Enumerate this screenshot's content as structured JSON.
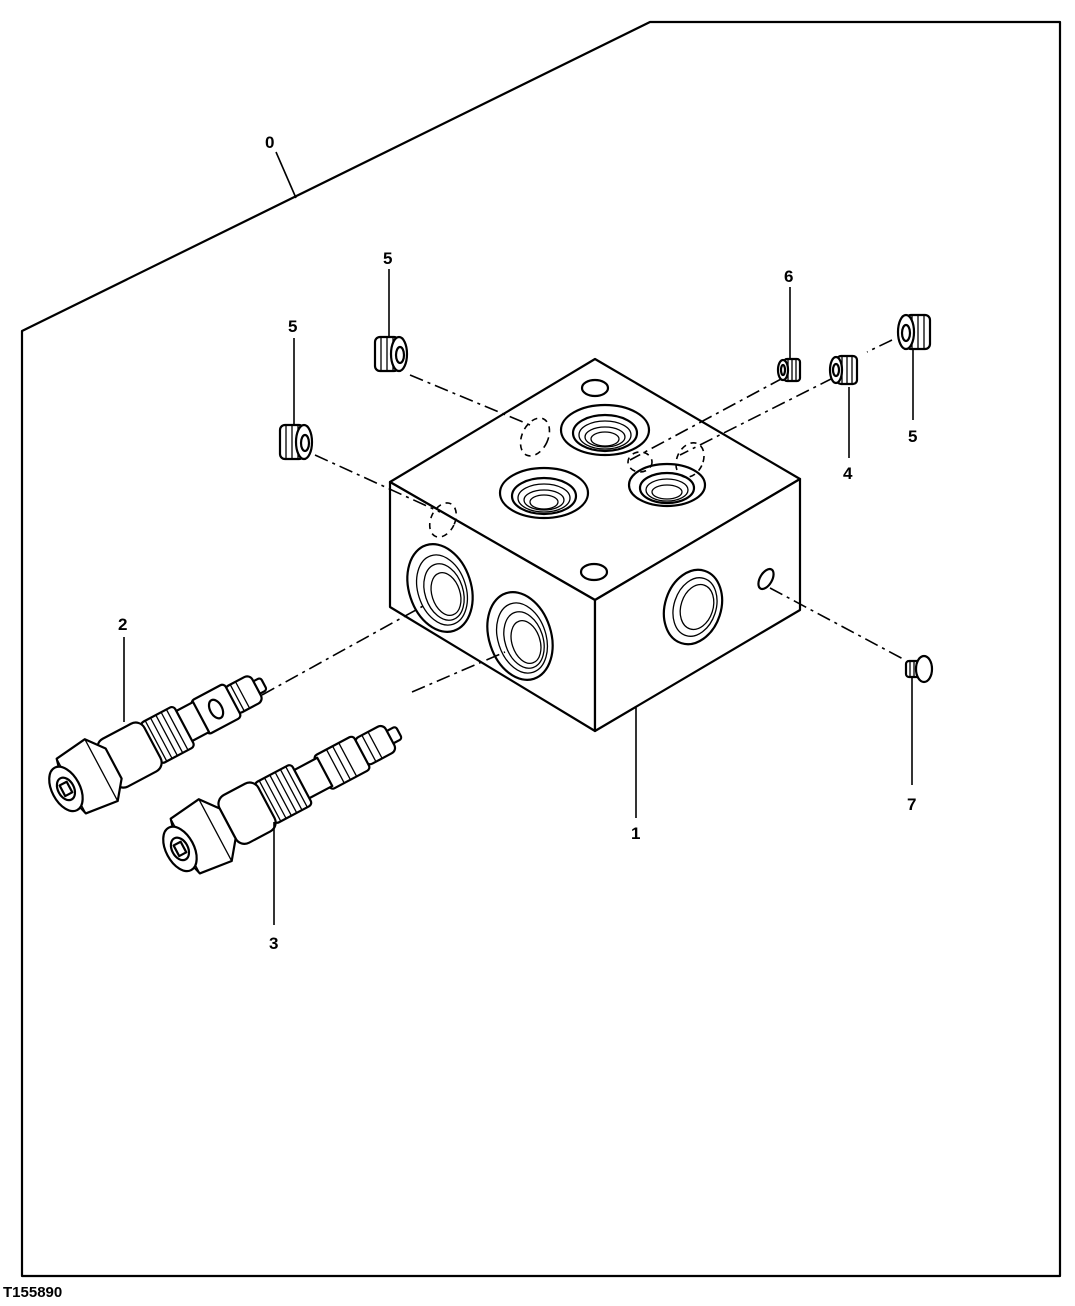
{
  "diagram": {
    "figure_id": "T155890",
    "callouts": {
      "assembly": "0",
      "block": "1",
      "cartridge_upper": "2",
      "cartridge_lower": "3",
      "plug_small": "4",
      "plug_top_left": "5",
      "plug_left": "5",
      "plug_right": "5",
      "plug_tiny": "6",
      "orifice_plug": "7"
    }
  }
}
